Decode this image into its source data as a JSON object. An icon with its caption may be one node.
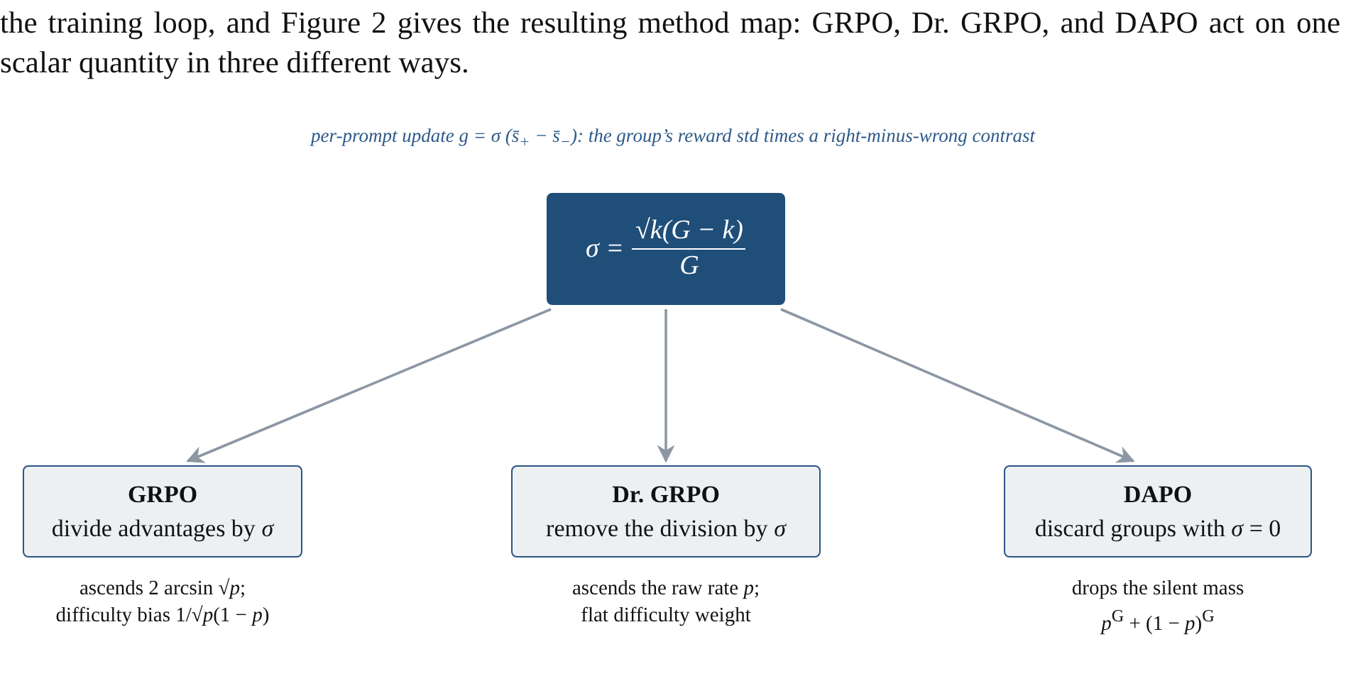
{
  "diagram": {
    "title": "per-prompt update g = σ (s̄$_{+}$ − s̄$_{−}$): the group’s reward std times a right-minus-wrong contrast",
    "nodes": [
      {
        "text": [
          "σ =",
          "√k(G − k)",
          "G"
        ]
      },
      {
        "text": [
          "GRPO",
          "divide advantages by *σ*"
        ],
        "beside": [
          "ascends 2 arcsin √*p*;",
          "difficulty bias 1/√*p*(1 − *p*)"
        ]
      },
      {
        "text": [
          "Dr. GRPO",
          "remove the division by *σ*"
        ],
        "beside": [
          "ascends the raw rate *p*;",
          "flat difficulty weight"
        ]
      },
      {
        "text": [
          "DAPO",
          "discard groups with *σ* = 0"
        ],
        "beside": [
          "drops the silent mass",
          "*p*$^{G}$ + (1 − *p*)$^{G}$"
        ]
      }
    ],
    "edges": [
      {
        "from": 0,
        "to": 1,
        "arrow": "to"
      },
      {
        "from": 0,
        "to": 2,
        "arrow": "to"
      },
      {
        "from": 0,
        "to": 3,
        "arrow": "to"
      }
    ],
    "labels": [
      "the training loop, and Figure 2 gives the resulting method map: GRPO, Dr. GRPO, and DAPO act on one scalar quantity in three different ways."
    ]
  }
}
